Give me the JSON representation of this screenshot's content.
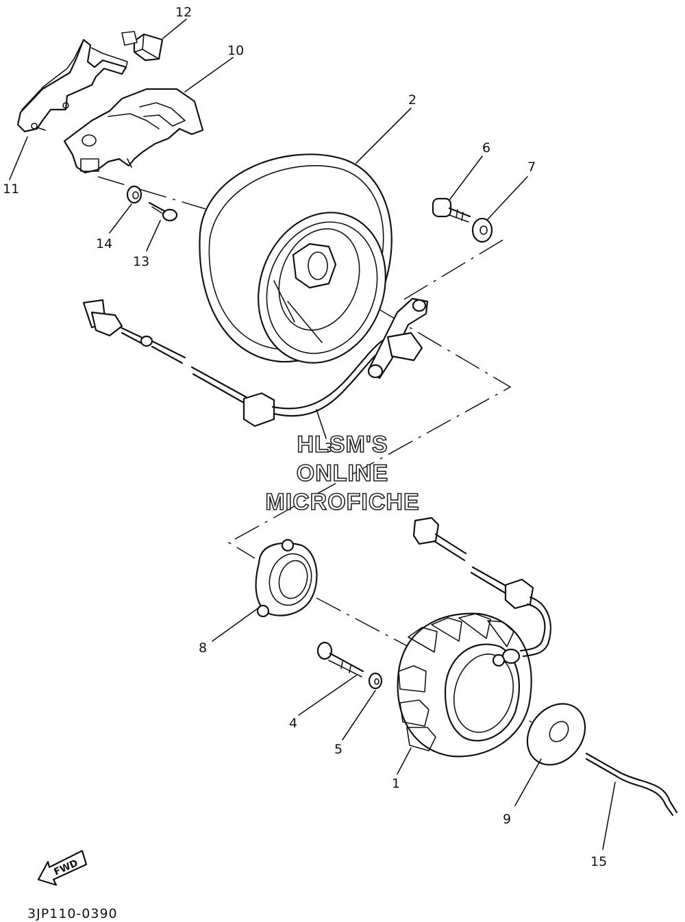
{
  "diagram": {
    "callouts": {
      "p1": "1",
      "p2": "2",
      "p3": "3",
      "p4": "4",
      "p5": "5",
      "p6": "6",
      "p7": "7",
      "p8": "8",
      "p9": "9",
      "p10": "10",
      "p11": "11",
      "p12": "12",
      "p13": "13",
      "p14": "14",
      "p15": "15"
    },
    "watermark": {
      "line1": "HLSM'S",
      "line2": "ONLINE",
      "line3": "MICROFICHE"
    },
    "direction_arrow_label": "FWD",
    "diagram_code": "3JP110-0390"
  }
}
